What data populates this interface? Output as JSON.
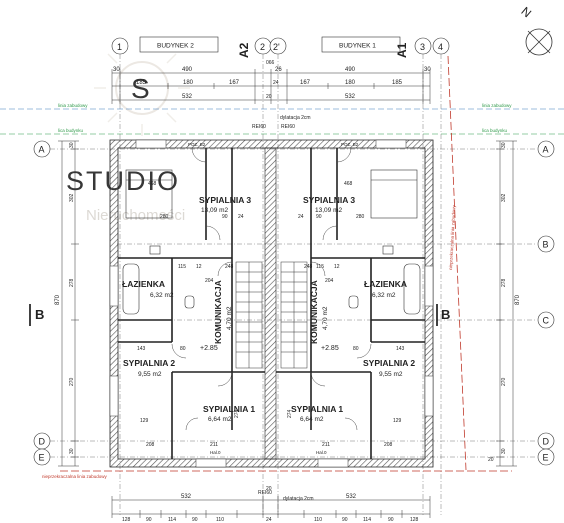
{
  "compass": {
    "north": "N"
  },
  "watermark": {
    "word": "STUDIO",
    "tagline": "Nieruchomości",
    "monogram": "S"
  },
  "buildings": [
    {
      "label": "BUDYNEK 2",
      "axis": "A2"
    },
    {
      "label": "BUDYNEK 1",
      "axis": "A1"
    }
  ],
  "top_axes": [
    "1",
    "2",
    "2'",
    "3",
    "4"
  ],
  "side_axes": [
    "A",
    "B",
    "C",
    "D",
    "E"
  ],
  "section_marks": [
    "B",
    "B"
  ],
  "dimensions": {
    "top_row1": [
      "30",
      "490",
      "26",
      "490",
      "30"
    ],
    "top_row1_extra": "066",
    "top_row2": [
      "185",
      "180",
      "167",
      "24",
      "167",
      "180",
      "185"
    ],
    "top_row3": [
      "532",
      "532"
    ],
    "top_row3_mid": "20",
    "bottom_row1": [
      "532",
      "532"
    ],
    "bottom_row1_mid": "20",
    "bottom_row2": [
      "128",
      "90",
      "114",
      "90",
      "110",
      "24",
      "110",
      "90",
      "114",
      "90",
      "128"
    ],
    "left_outer": "870",
    "left_side": [
      "30",
      "302",
      "278",
      "270",
      "30"
    ],
    "right_outer": "870",
    "right_side": [
      "30",
      "302",
      "278",
      "270",
      "30"
    ],
    "right_minor": "20"
  },
  "notes": {
    "dylatacja": "dylatacja 2cm",
    "rei60": "REI60",
    "poz": "POZ. B2",
    "levels_top": [
      "linia zabudowy",
      "linia zabudowy"
    ],
    "levels_line2": [
      "lica budynku",
      "lica budynku"
    ],
    "boundary": "nieprzekraczalna linia zabudowy",
    "boundary_right": "nieprzekraczalna linia zabudowy",
    "plus_level": "+2.85",
    "floor_mark": "Hal.0"
  },
  "rooms": [
    {
      "name": "SYPIALNIA 3",
      "area": "13,09 m2"
    },
    {
      "name": "SYPIALNIA 3",
      "area": "13,09 m2"
    },
    {
      "name": "ŁAZIENKA",
      "area": "6,32 m2"
    },
    {
      "name": "ŁAZIENKA",
      "area": "6,32 m2"
    },
    {
      "name": "KOMUNIKACJA",
      "area": "4,70 m2"
    },
    {
      "name": "KOMUNIKACJA",
      "area": "4,70 m2"
    },
    {
      "name": "SYPIALNIA 2",
      "area": "9,55 m2"
    },
    {
      "name": "SYPIALNIA 2",
      "area": "9,55 m2"
    },
    {
      "name": "SYPIALNIA 1",
      "area": "6,64 m2"
    },
    {
      "name": "SYPIALNIA 1",
      "area": "6,64 m2"
    }
  ],
  "inner_dims": {
    "bed_w": "468",
    "bed_h": "280",
    "door_90": "90",
    "door_80": "80",
    "col_24": "24",
    "col_12": "12",
    "n115": "115",
    "n248": "248",
    "n204": "204",
    "n208": "208",
    "n143": "143",
    "n274": "274",
    "n211": "211",
    "n129": "129"
  }
}
